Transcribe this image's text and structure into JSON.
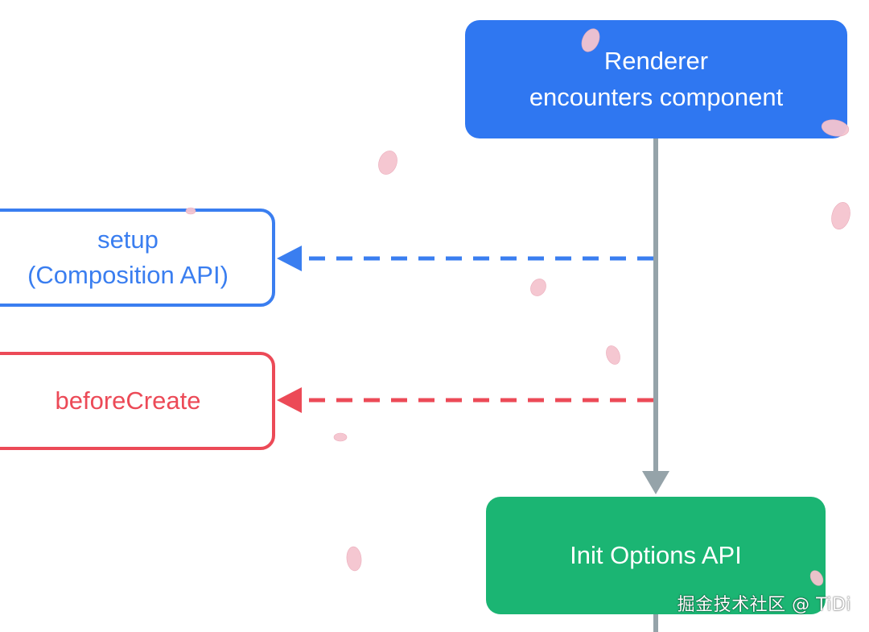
{
  "nodes": {
    "renderer": "Renderer\nencounters component",
    "setup": "setup\n(Composition API)",
    "before_create": "beforeCreate",
    "init_options": "Init Options API"
  },
  "colors": {
    "renderer": "#2f77f1",
    "setup": "#3a7ef0",
    "before_create": "#ec4a57",
    "init_options": "#1bb573",
    "timeline": "#95a3a9",
    "petal": "#f5c4cf"
  },
  "watermark": "掘金技术社区 @ TiDi"
}
